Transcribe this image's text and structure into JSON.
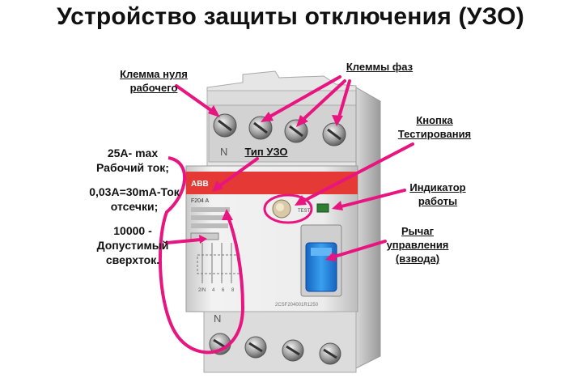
{
  "title": "Устройство защиты отключения (УЗО)",
  "labels": {
    "neutral_terminal": [
      "Клемма нуля",
      "рабочего"
    ],
    "phase_terminals": "Клеммы фаз",
    "test_button": [
      "Кнопка",
      "Тестирования"
    ],
    "rcd_type": "Тип УЗО",
    "indicator": [
      "Индикатор",
      "работы"
    ],
    "lever": [
      "Рычаг",
      "управления",
      "(взвода)"
    ]
  },
  "specs": {
    "rated_current": [
      "25А- max",
      "Рабочий ток;"
    ],
    "trip_current": [
      "0,03А=30mA-Ток",
      "отсечки;"
    ],
    "overcurrent": [
      "10000 -",
      "Допустимый",
      "сверхток."
    ]
  },
  "device": {
    "brand": "ABB",
    "model": "F204 A",
    "test_label": "TEST",
    "neutral_mark_top": "N",
    "neutral_mark_bottom": "N",
    "bottom_numbers": [
      "2/N",
      "4",
      "6",
      "8"
    ],
    "code": "2CSF204001R1250"
  },
  "colors": {
    "accent": "#e8147f",
    "brand_red": "#d6222b",
    "lever_blue": "#1e88d8",
    "indicator_green": "#2e7d32"
  }
}
